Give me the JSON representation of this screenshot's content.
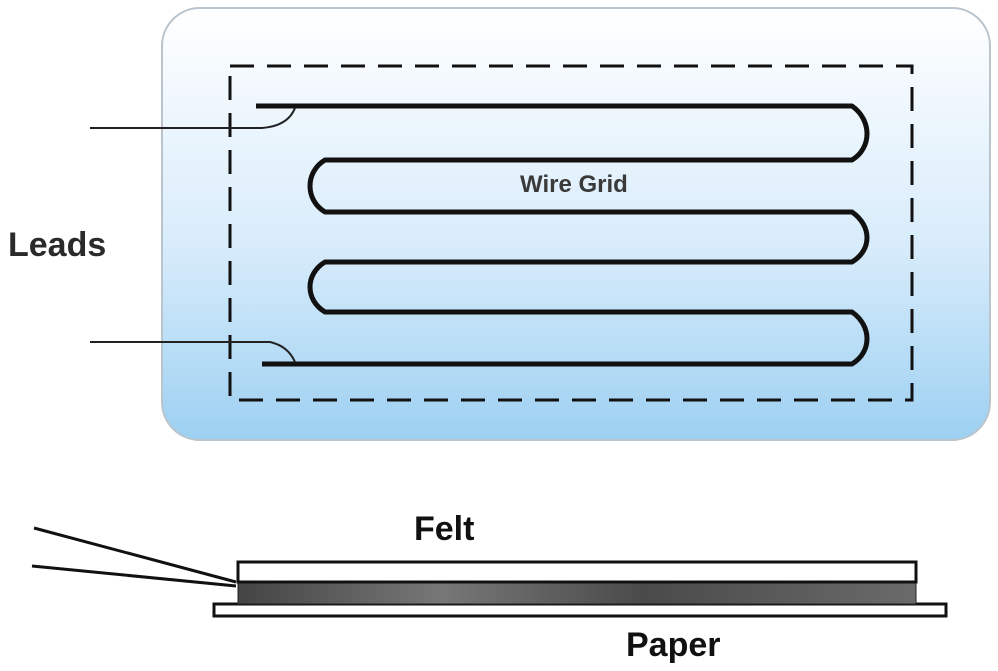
{
  "labels": {
    "leads": "Leads",
    "wire_grid": "Wire Grid",
    "felt": "Felt",
    "paper": "Paper"
  },
  "colors": {
    "panel_fill_top": "#ffffff",
    "panel_fill_bottom": "#9dd0f2",
    "panel_stroke": "#b9c4cc",
    "wire": "#111111",
    "felt_strip": "#555555"
  }
}
